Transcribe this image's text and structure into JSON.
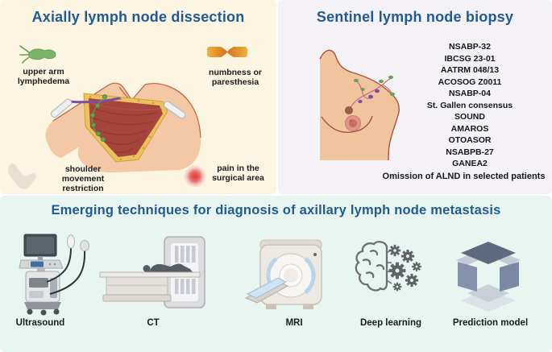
{
  "colors": {
    "title_blue": "#1E5B94",
    "panel_left_bg": "#FBF5E1",
    "panel_right_bg": "#F5F2F7",
    "panel_bottom_bg": "#E9F5F1",
    "skin": "#F4C8A4",
    "muscle_red": "#A6453D",
    "fat_yellow": "#E9C35C",
    "lymph_green": "#69A154",
    "vessel_purple": "#7B4FA6",
    "pain_red": "#DE3A3A"
  },
  "ald_panel": {
    "title": "Axially lymph node dissection",
    "complications": [
      "upper arm lymphedema",
      "numbness or paresthesia",
      "shoulder movement restriction",
      "pain in the surgical area"
    ]
  },
  "slnb_panel": {
    "title": "Sentinel lymph node biopsy",
    "trials": [
      "NSABP-32",
      "IBCSG 23-01",
      "AATRM 048/13",
      "ACOSOG Z0011",
      "NSABP-04",
      "St. Gallen consensus",
      "SOUND",
      "AMAROS",
      "OTOASOR",
      "NSABPB-27",
      "GANEA2"
    ],
    "note": "Omission of ALND in selected patients"
  },
  "emerging_panel": {
    "title": "Emerging techniques for diagnosis of axillary lymph node metastasis",
    "techniques": [
      "Ultrasound",
      "CT",
      "MRI",
      "Deep learning",
      "Prediction model"
    ]
  }
}
